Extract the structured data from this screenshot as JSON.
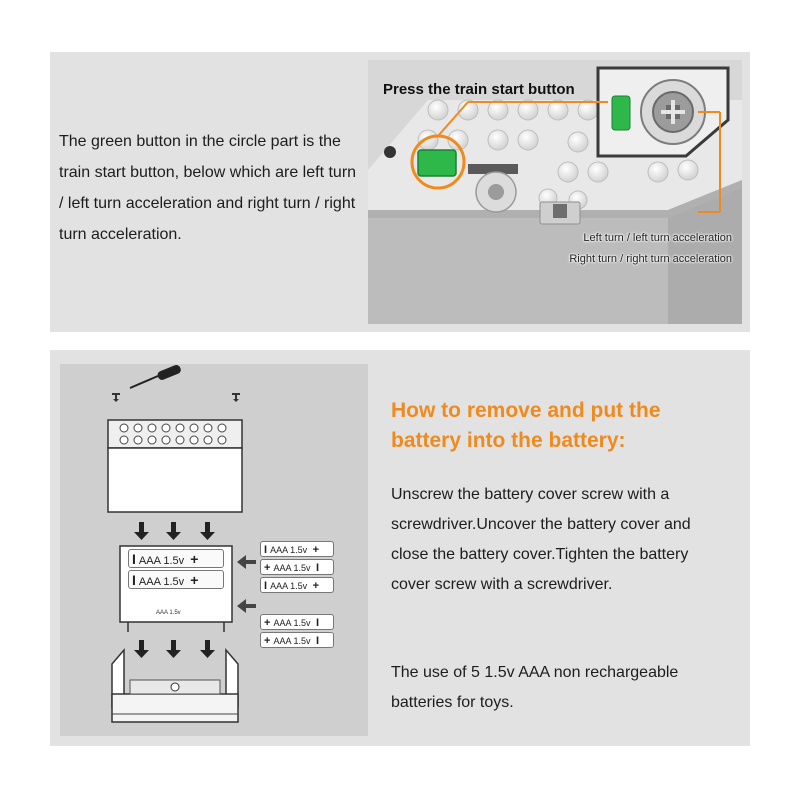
{
  "intro": {
    "text": "The green button in the circle part is the train start button, below which are left turn / left turn acceleration and right turn / right turn acceleration."
  },
  "photo": {
    "press_label": "Press the train start button",
    "left_turn_label": "Left turn / left turn acceleration",
    "right_turn_label": "Right turn / right turn acceleration"
  },
  "battery_section": {
    "heading": "How to remove and put the battery into the battery:",
    "instructions": "Unscrew the battery cover screw with a screwdriver.Uncover the battery cover and close the battery cover.Tighten the battery cover screw with a screwdriver.",
    "battery_note": "The use of 5 1.5v AAA non rechargeable batteries for toys."
  },
  "diagram": {
    "cell_label": "AAA 1.5v",
    "strip_label": "AAA 1.5v",
    "plus": "+",
    "minus": "I"
  },
  "colors": {
    "accent": "#f08a1d",
    "start_button": "#2eb84a",
    "panel": "#e2e2e2"
  },
  "icons": [
    "screwdriver-icon",
    "screw-icon",
    "arrow-down-icon",
    "arrow-left-icon"
  ]
}
